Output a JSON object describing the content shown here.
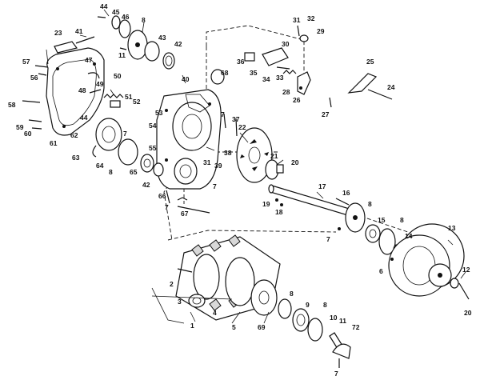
{
  "diagram": {
    "callouts": [
      {
        "id": "c44a",
        "text": "44"
      },
      {
        "id": "c45",
        "text": "45"
      },
      {
        "id": "c46",
        "text": "46"
      },
      {
        "id": "c8a",
        "text": "8"
      },
      {
        "id": "c11",
        "text": "11"
      },
      {
        "id": "c43",
        "text": "43"
      },
      {
        "id": "c42a",
        "text": "42"
      },
      {
        "id": "c23",
        "text": "23"
      },
      {
        "id": "c41",
        "text": "41"
      },
      {
        "id": "c57",
        "text": "57"
      },
      {
        "id": "c56",
        "text": "56"
      },
      {
        "id": "c47",
        "text": "47"
      },
      {
        "id": "c48",
        "text": "48"
      },
      {
        "id": "c50",
        "text": "50"
      },
      {
        "id": "c49",
        "text": "49"
      },
      {
        "id": "c40",
        "text": "40"
      },
      {
        "id": "c68",
        "text": "68"
      },
      {
        "id": "c31a",
        "text": "31"
      },
      {
        "id": "c32",
        "text": "32"
      },
      {
        "id": "c30",
        "text": "30"
      },
      {
        "id": "c29",
        "text": "29"
      },
      {
        "id": "c36",
        "text": "36"
      },
      {
        "id": "c35",
        "text": "35"
      },
      {
        "id": "c34",
        "text": "34"
      },
      {
        "id": "c33",
        "text": "33"
      },
      {
        "id": "c28",
        "text": "28"
      },
      {
        "id": "c26",
        "text": "26"
      },
      {
        "id": "c25",
        "text": "25"
      },
      {
        "id": "c24",
        "text": "24"
      },
      {
        "id": "c27",
        "text": "27"
      },
      {
        "id": "c58",
        "text": "58"
      },
      {
        "id": "c51",
        "text": "51"
      },
      {
        "id": "c52",
        "text": "52"
      },
      {
        "id": "c53",
        "text": "53"
      },
      {
        "id": "c54",
        "text": "54"
      },
      {
        "id": "c7a",
        "text": "7"
      },
      {
        "id": "c37",
        "text": "37"
      },
      {
        "id": "c22",
        "text": "22"
      },
      {
        "id": "c59",
        "text": "59"
      },
      {
        "id": "c60",
        "text": "60"
      },
      {
        "id": "c61",
        "text": "61"
      },
      {
        "id": "c62",
        "text": "62"
      },
      {
        "id": "c44b",
        "text": "44"
      },
      {
        "id": "c63",
        "text": "63"
      },
      {
        "id": "c64",
        "text": "64"
      },
      {
        "id": "c8b",
        "text": "8"
      },
      {
        "id": "c65",
        "text": "65"
      },
      {
        "id": "c7b",
        "text": "7"
      },
      {
        "id": "c55",
        "text": "55"
      },
      {
        "id": "c42b",
        "text": "42"
      },
      {
        "id": "c38",
        "text": "38"
      },
      {
        "id": "c31b",
        "text": "31"
      },
      {
        "id": "c39",
        "text": "39"
      },
      {
        "id": "c7c",
        "text": "7"
      },
      {
        "id": "c66",
        "text": "66"
      },
      {
        "id": "c7d",
        "text": "7"
      },
      {
        "id": "c67",
        "text": "67"
      },
      {
        "id": "c21",
        "text": "21"
      },
      {
        "id": "c20",
        "text": "20"
      },
      {
        "id": "c17",
        "text": "17"
      },
      {
        "id": "c16",
        "text": "16"
      },
      {
        "id": "c19",
        "text": "19"
      },
      {
        "id": "c18",
        "text": "18"
      },
      {
        "id": "c8c",
        "text": "8"
      },
      {
        "id": "c15",
        "text": "15"
      },
      {
        "id": "c8d",
        "text": "8"
      },
      {
        "id": "c7e",
        "text": "7"
      },
      {
        "id": "c14",
        "text": "14"
      },
      {
        "id": "c6",
        "text": "6"
      },
      {
        "id": "c13",
        "text": "13"
      },
      {
        "id": "c12",
        "text": "12"
      },
      {
        "id": "c20b",
        "text": "20"
      },
      {
        "id": "c2",
        "text": "2"
      },
      {
        "id": "c3",
        "text": "3"
      },
      {
        "id": "c4",
        "text": "4"
      },
      {
        "id": "c1",
        "text": "1"
      },
      {
        "id": "c5",
        "text": "5"
      },
      {
        "id": "c69",
        "text": "69"
      },
      {
        "id": "c8e",
        "text": "8"
      },
      {
        "id": "c9",
        "text": "9"
      },
      {
        "id": "c8f",
        "text": "8"
      },
      {
        "id": "c10",
        "text": "10"
      },
      {
        "id": "c11b",
        "text": "11"
      },
      {
        "id": "c72",
        "text": "72"
      },
      {
        "id": "c7f",
        "text": "7"
      }
    ]
  }
}
